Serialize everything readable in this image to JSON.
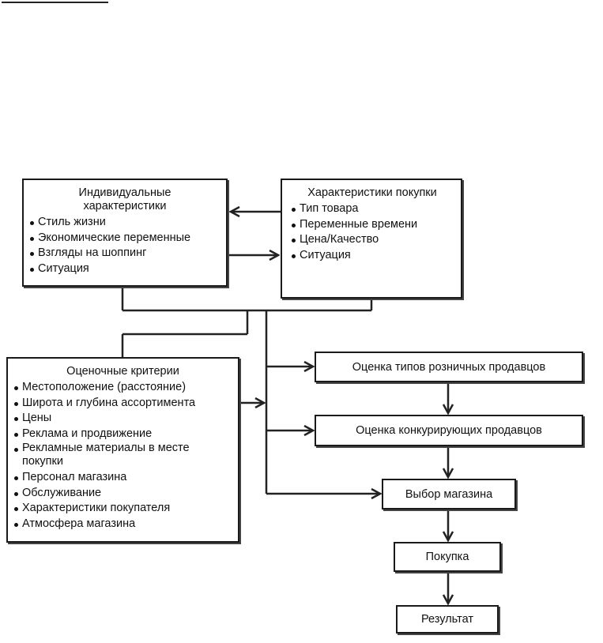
{
  "individual": {
    "title": "Индивидуальные характеристики",
    "items": [
      "Стиль жизни",
      "Экономические переменные",
      "Взгляды на шоппинг",
      "Ситуация"
    ]
  },
  "purchase": {
    "title": "Характеристики покупки",
    "items": [
      "Тип товара",
      "Переменные времени",
      "Цена/Качество",
      "Ситуация"
    ]
  },
  "criteria": {
    "title": "Оценочные критерии",
    "items": [
      "Местоположение (расстояние)",
      "Широта и глубина ассортимента",
      "Цены",
      "Реклама и продвижение",
      "Рекламные материалы в месте покупки",
      "Персонал магазина",
      "Обслуживание",
      "Характеристики покупателя",
      "Атмосфера магазина"
    ]
  },
  "flow": {
    "retailer_types": "Оценка типов розничных продавцов",
    "competitors": "Оценка конкурирующих продавцов",
    "store_choice": "Выбор магазина",
    "purchase": "Покупка",
    "result": "Результат"
  }
}
